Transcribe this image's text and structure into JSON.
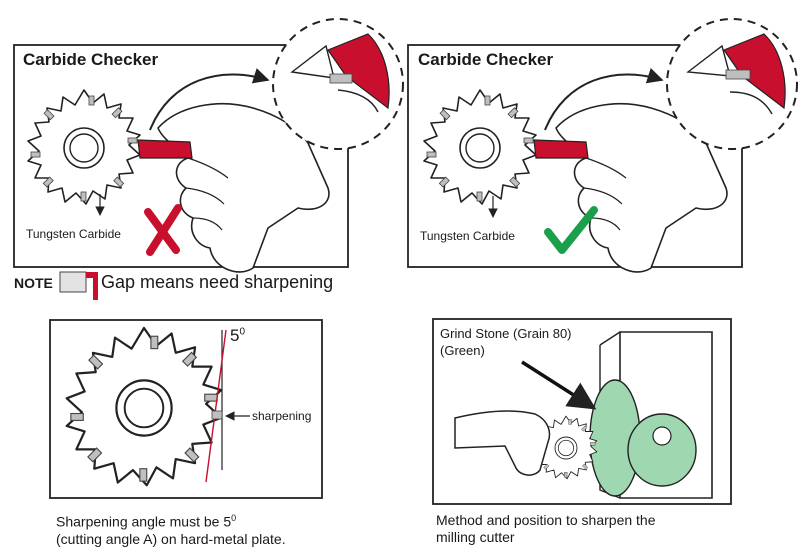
{
  "panel_top_left": {
    "title": "Carbide Checker",
    "material_label": "Tungsten Carbide"
  },
  "panel_top_right": {
    "title": "Carbide Checker",
    "material_label": "Tungsten Carbide"
  },
  "note": {
    "label": "NOTE",
    "text": "Gap means need sharpening"
  },
  "panel_angle": {
    "angle_label": "5",
    "degree_symbol": "0",
    "sharpening_label": "sharpening",
    "caption_line1": "Sharpening angle must be 5",
    "caption_degree": "0",
    "caption_line2": "(cutting angle A) on hard-metal plate."
  },
  "panel_grind": {
    "stone_label_line1": "Grind Stone (Grain 80)",
    "stone_label_line2": "(Green)",
    "caption_line1": "Method and position to sharpen  the",
    "caption_line2": "milling cutter"
  },
  "colors": {
    "red": "#c8102e",
    "green": "#1aa04a",
    "grind_green": "#9fd8b0",
    "outline": "#222222",
    "carbide_gray": "#bfbfbf"
  }
}
